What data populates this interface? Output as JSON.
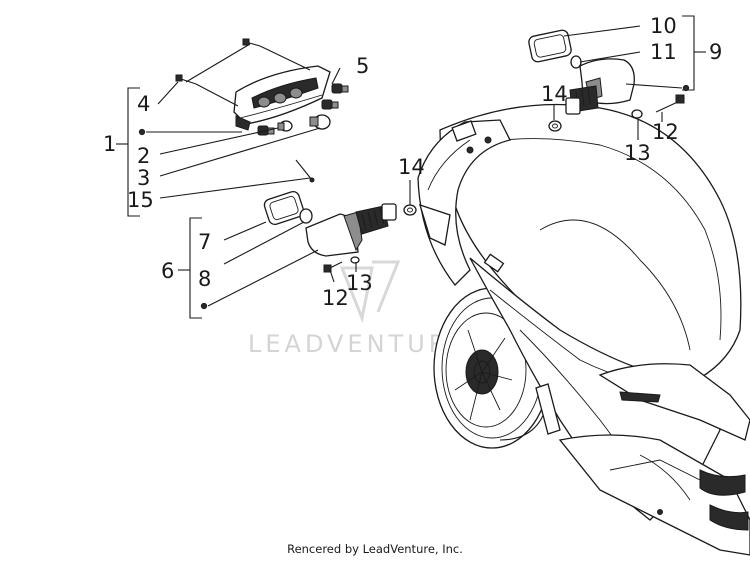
{
  "callouts": {
    "c1": "1",
    "c2": "2",
    "c3": "3",
    "c4": "4",
    "c5": "5",
    "c6": "6",
    "c7": "7",
    "c8": "8",
    "c9": "9",
    "c10": "10",
    "c11": "11",
    "c12a": "12",
    "c12b": "12",
    "c13a": "13",
    "c13b": "13",
    "c14a": "14",
    "c14b": "14",
    "c15": "15"
  },
  "watermark": "LEADVENTURE",
  "footer": "Rencered by LeadVenture, Inc."
}
